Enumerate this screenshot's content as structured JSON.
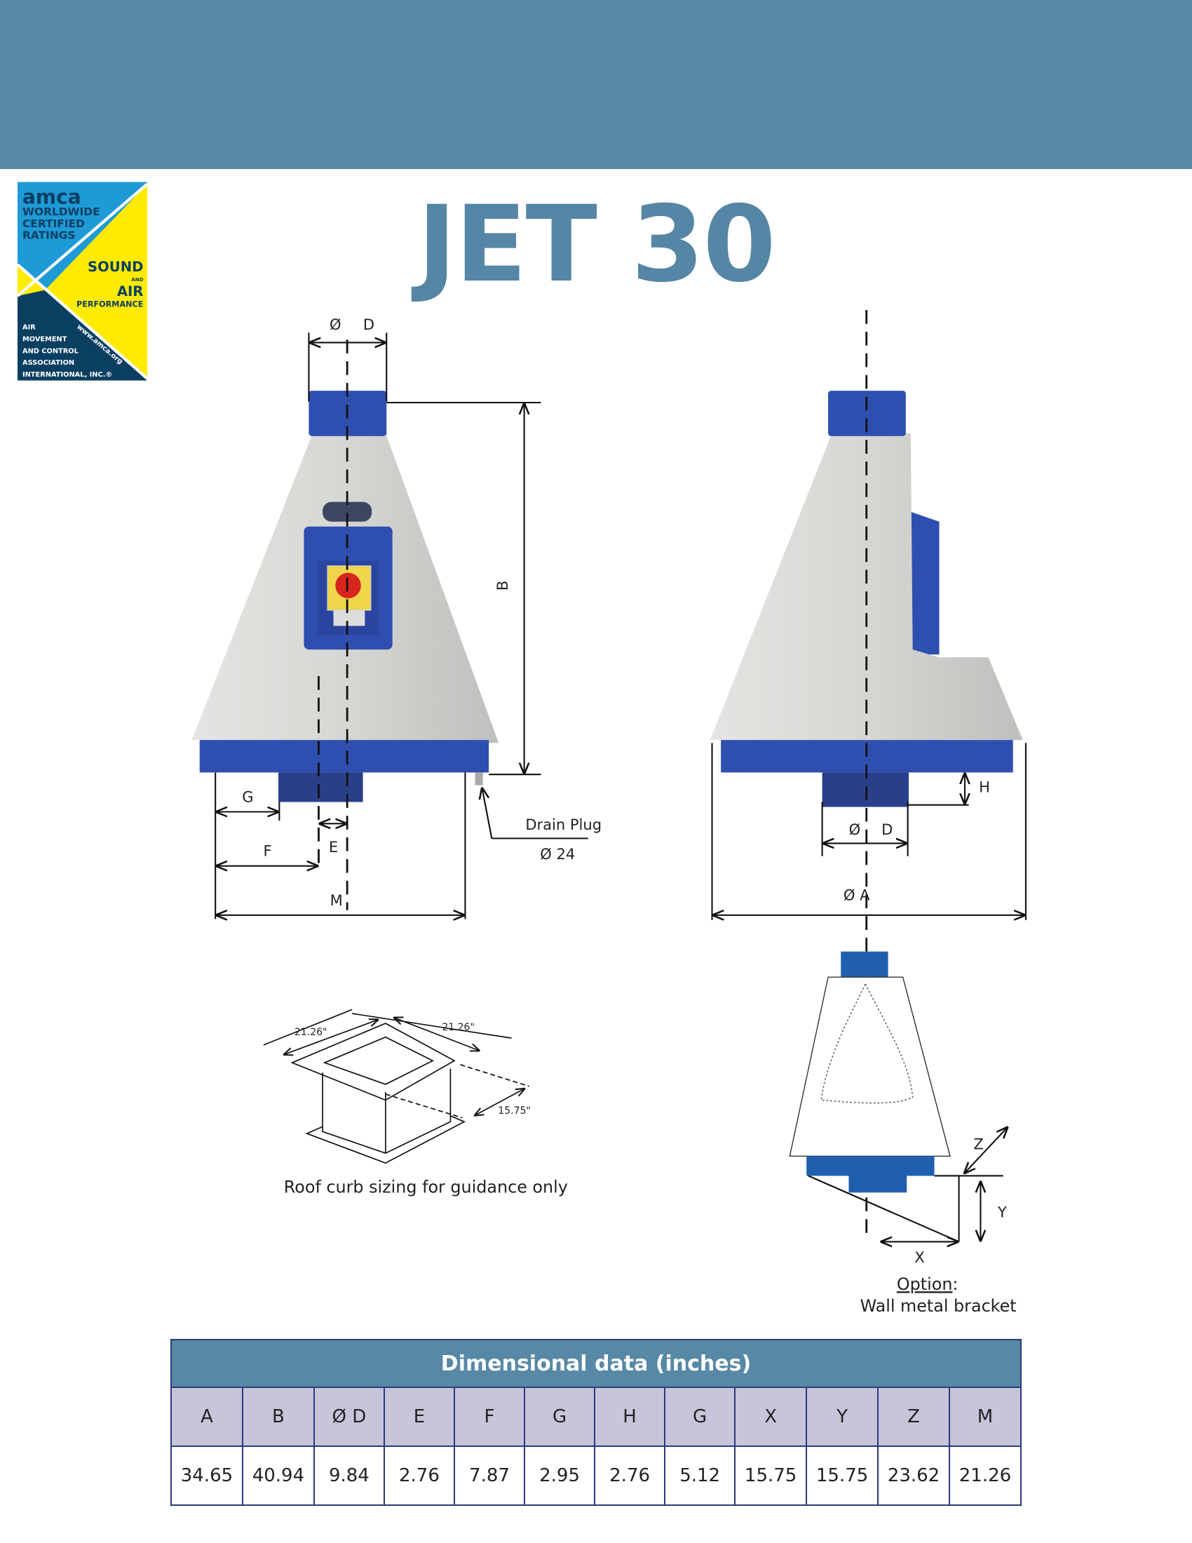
{
  "title": "JET 30",
  "logo": {
    "lines": [
      "amca",
      "WORLDWIDE",
      "CERTIFIED",
      "RATINGS",
      "SOUND",
      "AND",
      "AIR",
      "PERFORMANCE",
      "AIR",
      "MOVEMENT",
      "AND CONTROL",
      "ASSOCIATION",
      "INTERNATIONAL, INC.",
      "www.amca.org"
    ]
  },
  "front_view": {
    "labels": {
      "phi": "Ø",
      "d": "D",
      "b": "B",
      "g": "G",
      "f": "F",
      "e": "E",
      "m": "M"
    },
    "drain_plug": "Drain Plug",
    "drain_size": "Ø 24"
  },
  "side_view": {
    "labels": {
      "h": "H",
      "phi": "Ø",
      "d": "D",
      "a": "Ø A"
    }
  },
  "roof_curb": {
    "dim1": "21.26\"",
    "dim2": "21.26\"",
    "dim3": "15.75\"",
    "caption": "Roof curb sizing for guidance only"
  },
  "bracket": {
    "labels": {
      "x": "X",
      "y": "Y",
      "z": "Z"
    },
    "option": "Option",
    "option_suffix": ":",
    "caption": "Wall metal bracket"
  },
  "colors": {
    "band": "#5788a6",
    "blue": "#2f4fb0",
    "table_header": "#c6c5da"
  },
  "table": {
    "caption": "Dimensional data (inches)",
    "headers": [
      "A",
      "B",
      "Ø D",
      "E",
      "F",
      "G",
      "H",
      "G",
      "X",
      "Y",
      "Z",
      "M"
    ],
    "values": [
      "34.65",
      "40.94",
      "9.84",
      "2.76",
      "7.87",
      "2.95",
      "2.76",
      "5.12",
      "15.75",
      "15.75",
      "23.62",
      "21.26"
    ]
  }
}
